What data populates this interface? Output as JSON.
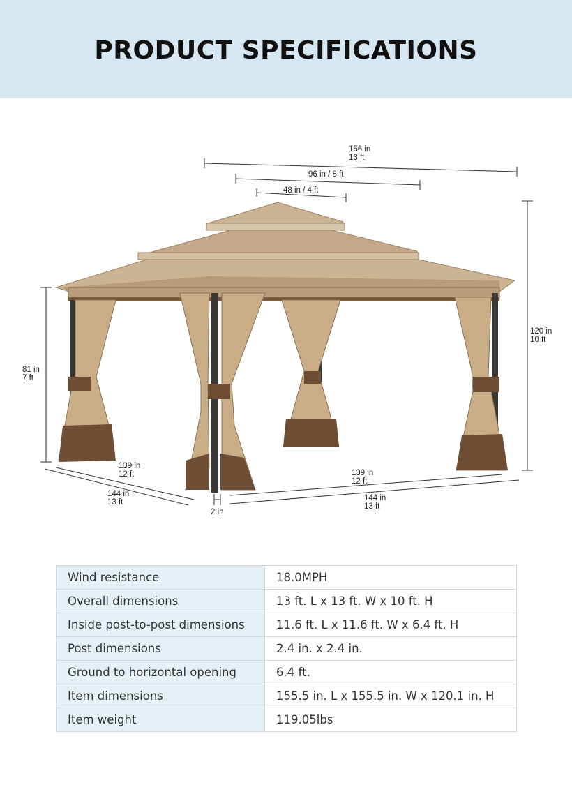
{
  "header": {
    "title": "PRODUCT SPECIFICATIONS",
    "bg_color": "#d6e7f2"
  },
  "diagram": {
    "dimensions": [
      {
        "id": "top-width",
        "line1": "156 in",
        "line2": "13 ft"
      },
      {
        "id": "mid-roof",
        "line1": "96 in / 8 ft"
      },
      {
        "id": "top-roof",
        "line1": "48 in / 4 ft"
      },
      {
        "id": "total-height",
        "line1": "120 in",
        "line2": "10 ft"
      },
      {
        "id": "side-height",
        "line1": "81 in",
        "line2": "7 ft"
      },
      {
        "id": "left-inner",
        "line1": "139 in",
        "line2": "12 ft"
      },
      {
        "id": "left-outer",
        "line1": "144 in",
        "line2": "13 ft"
      },
      {
        "id": "right-inner",
        "line1": "139 in",
        "line2": "12 ft"
      },
      {
        "id": "right-outer",
        "line1": "144 in",
        "line2": "13 ft"
      },
      {
        "id": "post",
        "line1": "2 in"
      }
    ],
    "colors": {
      "canopy": "#cbb394",
      "canopy_dark": "#a88d6c",
      "trim": "#7a5a3c",
      "curtain": "#c9ad86",
      "curtain_band": "#6e4e34",
      "post": "#3b3734"
    }
  },
  "specs": {
    "rows": [
      {
        "label": "Wind resistance",
        "value": "18.0MPH"
      },
      {
        "label": "Overall dimensions",
        "value": "13 ft. L x 13 ft. W x 10 ft. H"
      },
      {
        "label": "Inside post-to-post dimensions",
        "value": "11.6 ft. L x 11.6 ft. W x 6.4 ft. H"
      },
      {
        "label": "Post dimensions",
        "value": "2.4 in. x 2.4 in."
      },
      {
        "label": "Ground to horizontal opening",
        "value": "6.4 ft."
      },
      {
        "label": "Item dimensions",
        "value": "155.5 in. L x 155.5 in. W  x 120.1 in. H"
      },
      {
        "label": "Item weight",
        "value": "119.05lbs"
      }
    ]
  }
}
